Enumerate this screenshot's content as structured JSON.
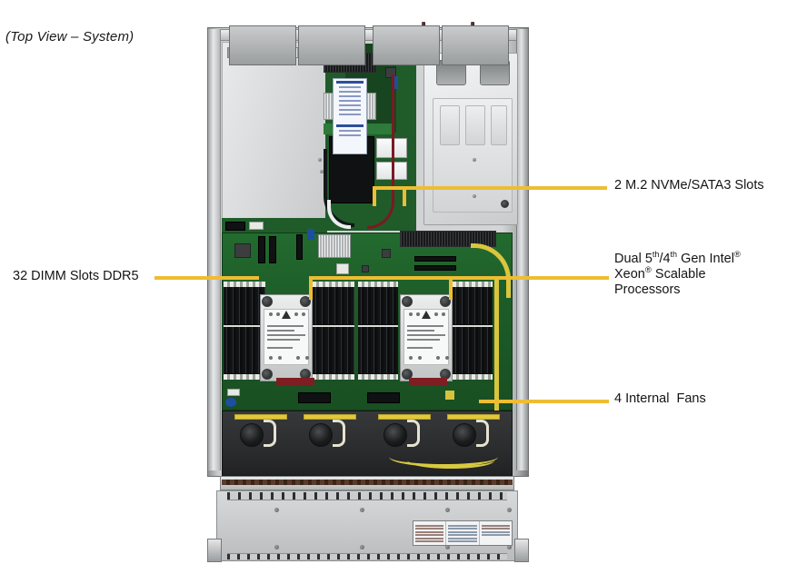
{
  "figure": {
    "caption": "(Top View – System)",
    "accent_color": "#edbd33",
    "callouts": [
      {
        "id": "m2",
        "text_plain": "2 M.2 NVMe/SATA3 Slots"
      },
      {
        "id": "cpu",
        "line1_pre": "Dual 5",
        "line1_sup1": "th",
        "line1_mid": "/4",
        "line1_sup2": "th",
        "line1_post": " Gen Intel",
        "line1_reg": "®",
        "line2_pre": "Xeon",
        "line2_reg": "®",
        "line2_post": " Scalable",
        "line3": "Processors"
      },
      {
        "id": "fans",
        "text_plain": "4 Internal  Fans"
      },
      {
        "id": "dimm",
        "text_plain": "32 DIMM Slots DDR5"
      }
    ]
  },
  "labels": {
    "m2_slots": "2 M.2 NVMe/SATA3 Slots",
    "cpu_l1_a": "Dual 5",
    "cpu_l1_sup_a": "th",
    "cpu_l1_b": "/4",
    "cpu_l1_sup_b": "th",
    "cpu_l1_c": " Gen Intel",
    "cpu_l1_reg": "®",
    "cpu_l2_a": "Xeon",
    "cpu_l2_reg": "®",
    "cpu_l2_b": " Scalable",
    "cpu_l3": "Processors",
    "internal_fans": "4 Internal  Fans",
    "dimm_slots": "32 DIMM Slots DDR5"
  }
}
